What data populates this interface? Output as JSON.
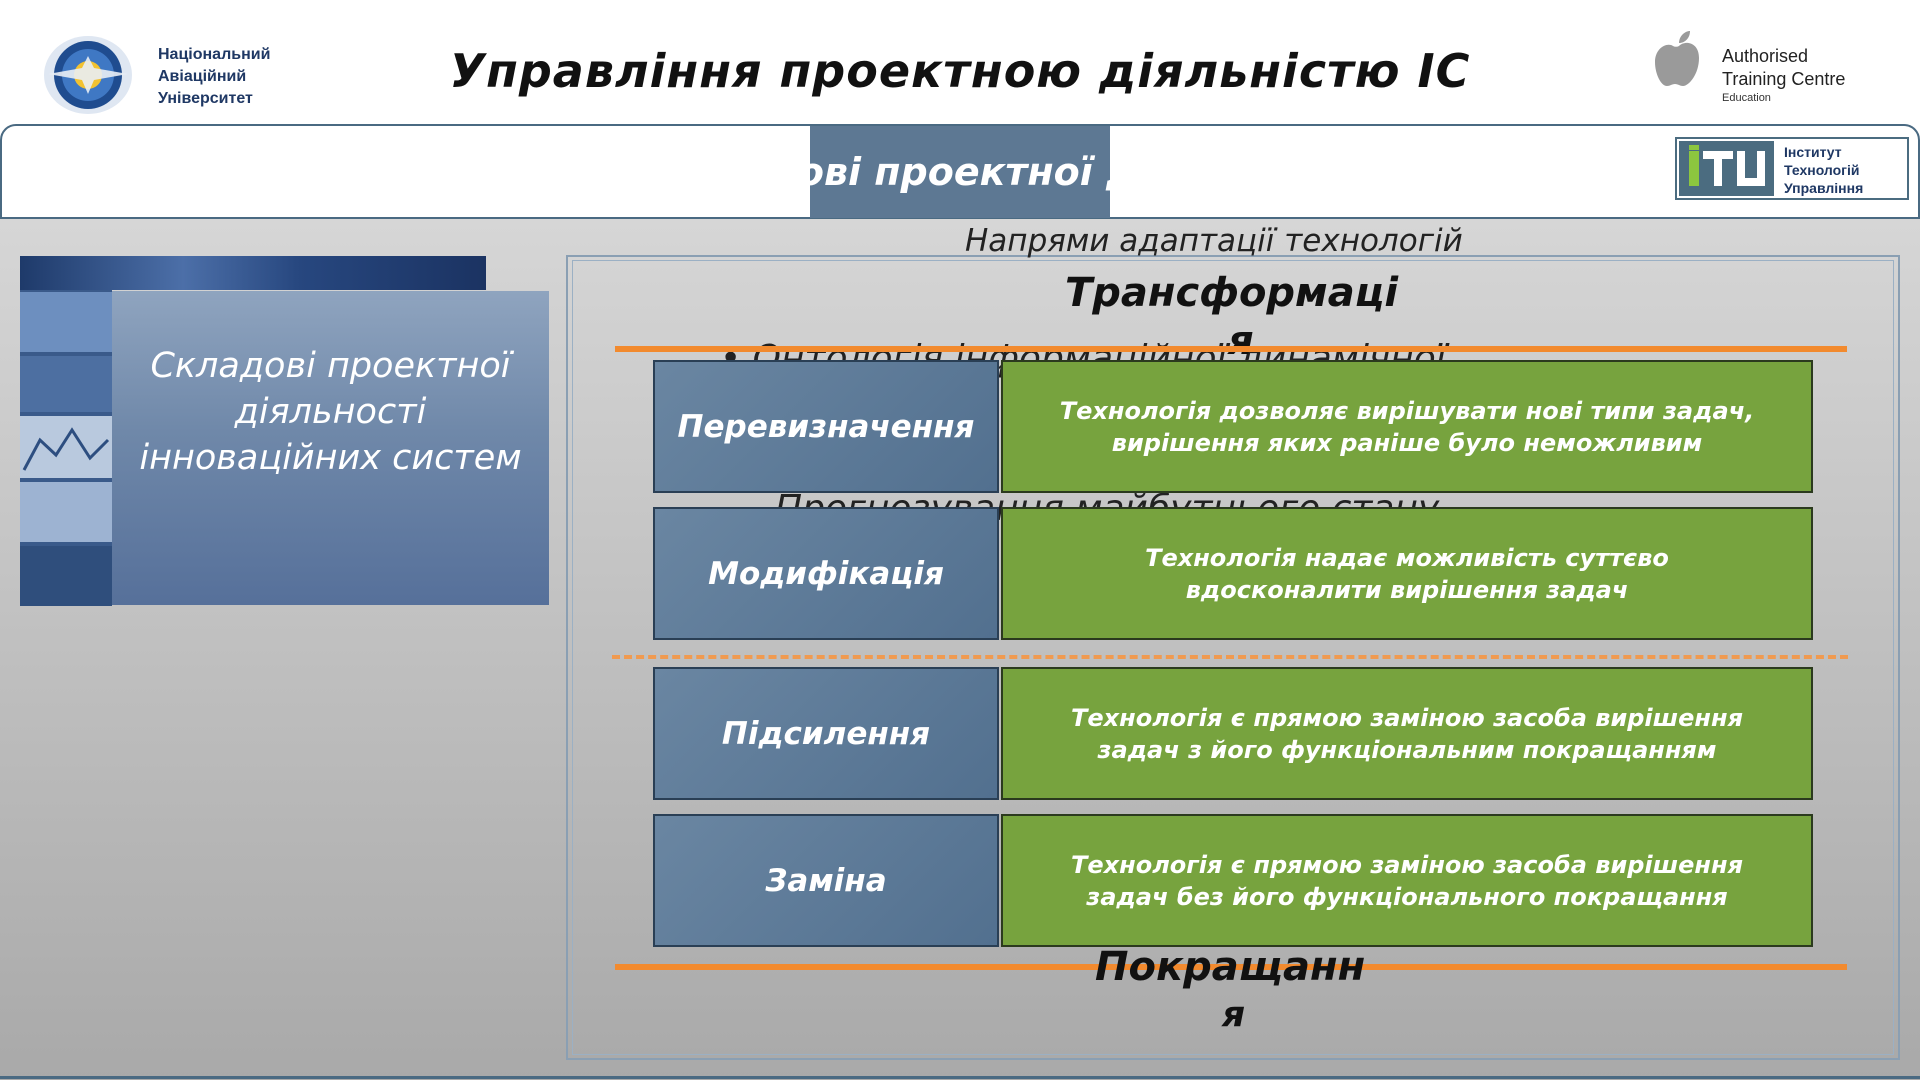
{
  "header": {
    "university": [
      "Національний",
      "Авіаційний",
      "Університет"
    ],
    "title": "Управління проектною діяльністю ІС",
    "atc": {
      "line1": "Authorised",
      "line2": "Training Centre",
      "line3": "Education"
    }
  },
  "band": {
    "tab_text": "Складові проектної діяльності інноваційних систем"
  },
  "itu": {
    "lines": [
      "Інститут",
      "Технологій",
      "Управління"
    ]
  },
  "thumbnail": {
    "title": "Складові проектної діяльності інноваційних систем"
  },
  "content": {
    "subtitle": "Напрями адаптації технологій",
    "heading_top": "Трансформаці",
    "heading_top_tail": "я",
    "heading_bottom": "Покращанн",
    "heading_bottom_tail": "я",
    "ghost_1": "• Онтологія інформаційної динамічної",
    "ghost_2": "Прогнозування майбутнього стану"
  },
  "rows": [
    {
      "label": "Перевизначення",
      "desc": "Технологія дозволяє вирішувати нові типи задач, вирішення яких раніше було неможливим"
    },
    {
      "label": "Модифікація",
      "desc": "Технологія надає можливість суттєво вдосконалити вирішення задач"
    },
    {
      "label": "Підсилення",
      "desc": "Технологія є прямою заміною засоба вирішення задач з його функціональним покращанням"
    },
    {
      "label": "Заміна",
      "desc": "Технологія є прямою заміною засоба вирішення задач  без його функціонального покращання"
    }
  ],
  "colors": {
    "accent_orange": "#f28a2e",
    "label_blue": "#5d7893",
    "desc_green": "#77a33e",
    "frame": "#4a6a82"
  },
  "icons": {
    "university_logo": "nau-emblem-icon",
    "apple_logo": "apple-icon",
    "itu_logo": "itu-logo-icon"
  }
}
